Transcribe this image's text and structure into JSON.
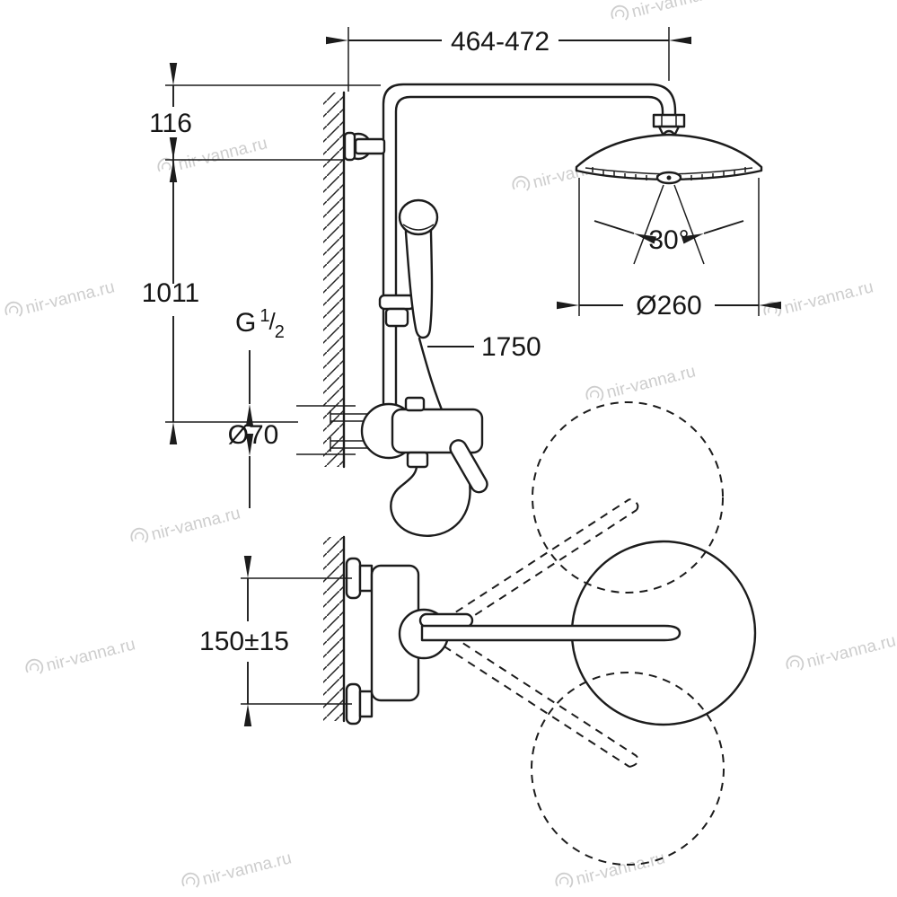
{
  "watermark": {
    "text": "nir-vanna.ru"
  },
  "dimensions": {
    "top_width": "464-472",
    "top_offset": "116",
    "total_height": "1011",
    "thread_g": "G",
    "thread_num": "1",
    "thread_slash": "/",
    "thread_den": "2",
    "hose_length": "1750",
    "supply_diameter": "Ø70",
    "spray_angle": "30°",
    "head_diameter": "Ø260",
    "inlet_distance": "150±15"
  }
}
